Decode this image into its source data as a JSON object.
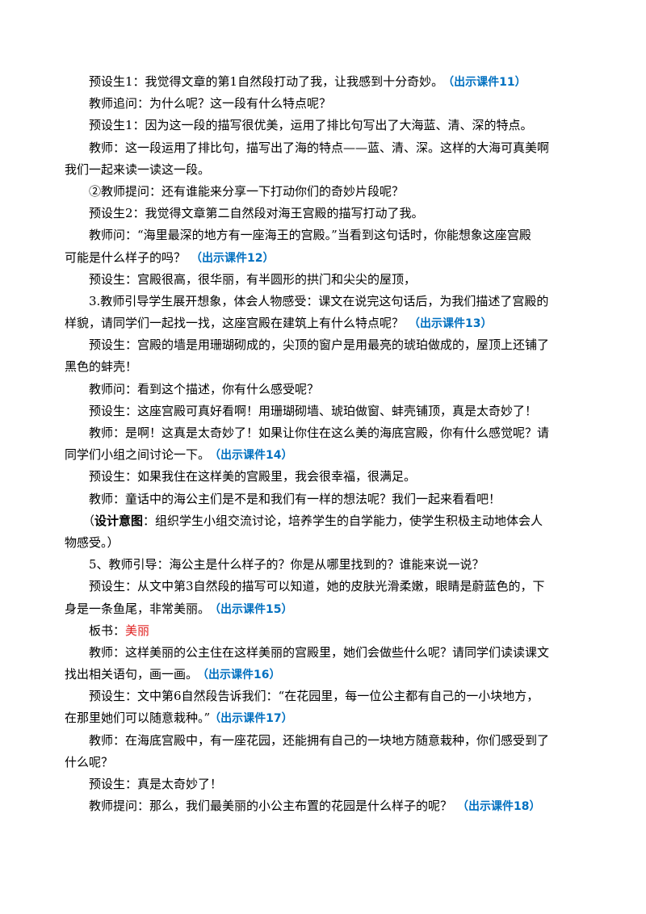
{
  "lines": [
    {
      "t": "预设生1：我觉得文章的第1自然段打动了我，让我感到十分奇妙。",
      "cue": "（出示课件11）"
    },
    {
      "t": "教师追问：为什么呢？这一段有什么特点呢？"
    },
    {
      "t": "预设生1：因为这一段的描写很优美，运用了排比句写出了大海蓝、清、深的特点。"
    },
    {
      "t": "教师：这一段运用了排比句，描写出了海的特点——蓝、清、深。这样的大海可真美啊"
    },
    {
      "t": "我们一起来读一读这一段。"
    },
    {
      "t": "②教师提问：还有谁能来分享一下打动你们的奇妙片段呢？"
    },
    {
      "t": "预设生2：我觉得文章第二自然段对海王宫殿的描写打动了我。"
    },
    {
      "t": "教师问：“海里最深的地方有一座海王的宫殿。”当看到这句话时，你能想象这座宫殿"
    },
    {
      "t": "可能是什么样子的吗？",
      "cue": "（出示课件12）"
    },
    {
      "t": "预设生：宫殿很高，很华丽，有半圆形的拱门和尖尖的屋顶，"
    },
    {
      "t": "3.教师引导学生展开想象，体会人物感受：课文在说完这句话后，为我们描述了宫殿的"
    },
    {
      "t": "样貌，请同学们一起找一找，这座宫殿在建筑上有什么特点呢？",
      "cue": "（出示课件13）"
    },
    {
      "t": "预设生：宫殿的墙是用珊瑚砌成的，尖顶的窗户是用最亮的琥珀做成的，屋顶上还铺了"
    },
    {
      "t": "黑色的蚌壳！"
    },
    {
      "t": "教师问：看到这个描述，你有什么感受呢？"
    },
    {
      "t": "预设生：这座宫殿可真好看啊！用珊瑚砌墙、琥珀做窗、蚌壳铺顶，真是太奇妙了！"
    },
    {
      "t": "教师：是啊！这真是太奇妙了！如果让你住在这么美的海底宫殿，你有什么感觉呢？请"
    },
    {
      "t": "同学们小组之间讨论一下。",
      "cue": "（出示课件14）"
    },
    {
      "t": "预设生：如果我住在这样美的宫殿里，我会很幸福，很满足。"
    },
    {
      "t": "教师：童话中的海公主们是不是和我们有一样的想法呢？我们一起来看看吧！"
    },
    {
      "pre": "（",
      "b": "设计意图",
      "t": "：组织学生小组交流讨论，培养学生的自学能力，使学生积极主动地体会人"
    },
    {
      "t": "物感受。）"
    },
    {
      "t": "5、教师引导：海公主是什么样子的？你是从哪里找到的？谁能来说一说？"
    },
    {
      "t": "预设生：从文中第3自然段的描写可以知道，她的皮肤光滑柔嫩，眼睛是蔚蓝色的，下"
    },
    {
      "t": "身是一条鱼尾，非常美丽。",
      "cue": "（出示课件15）"
    },
    {
      "t": "板书：",
      "red": "美丽"
    },
    {
      "t": "教师：这样美丽的公主住在这样美丽的宫殿里，她们会做些什么呢？请同学们读读课文"
    },
    {
      "t": "找出相关语句，画一画。",
      "cue": "（出示课件16）"
    },
    {
      "t": "预设生：文中第6自然段告诉我们：“在花园里，每一位公主都有自己的一小块地方，"
    },
    {
      "t": "在那里她们可以随意栽种。”",
      "cue": "（出示课件17）"
    },
    {
      "t": "教师：在海底宫殿中，有一座花园，还能拥有自己的一块地方随意栽种，你们感受到了"
    },
    {
      "t": "什么呢？"
    },
    {
      "t": "预设生：真是太奇妙了！"
    },
    {
      "t": "教师提问：那么，我们最美丽的小公主布置的花园是什么样子的呢？",
      "cue": "（出示课件18）"
    }
  ]
}
